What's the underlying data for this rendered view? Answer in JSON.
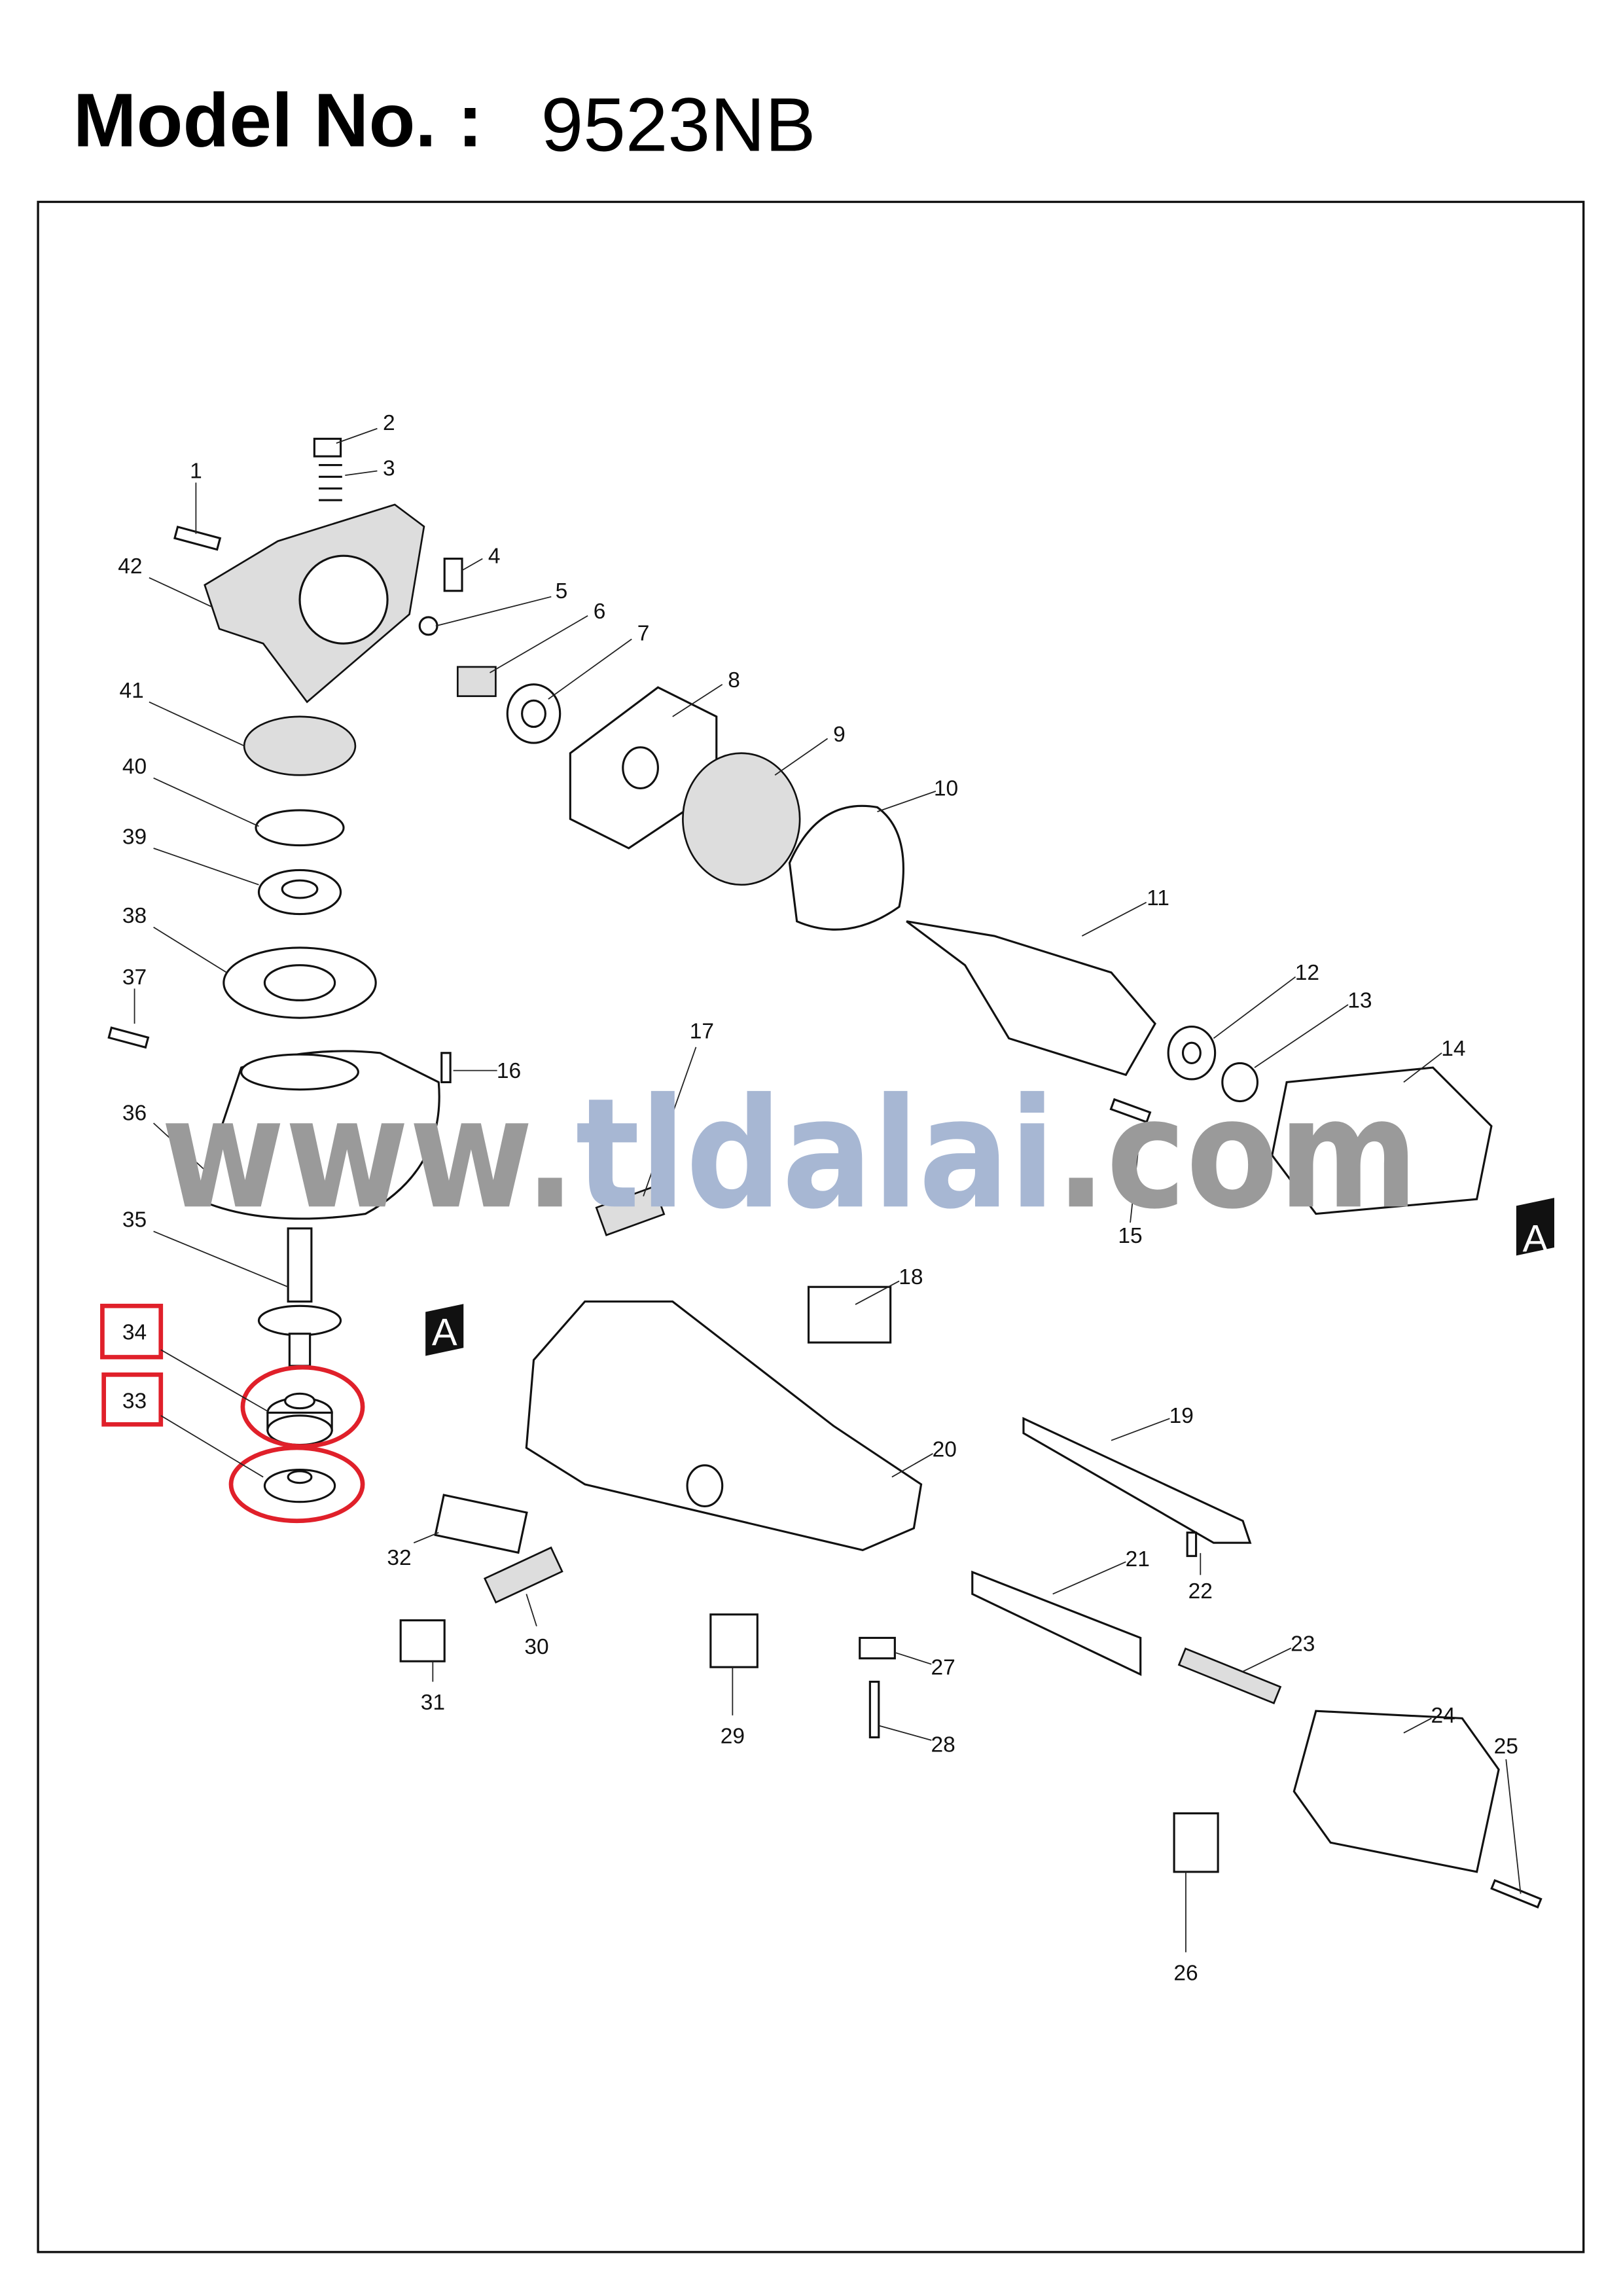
{
  "header": {
    "label": "Model No. :",
    "model": "9523NB"
  },
  "watermark": {
    "prefix": "www.",
    "brand": "tldalai",
    "suffix": ".com",
    "gray": "#9a9a9a",
    "blue": "#a7b7d3"
  },
  "section_marker": "A",
  "highlight_color": "#e0202a",
  "highlighted_parts": [
    "34",
    "33"
  ],
  "parts": [
    "1",
    "2",
    "3",
    "4",
    "5",
    "6",
    "7",
    "8",
    "9",
    "10",
    "11",
    "12",
    "13",
    "14",
    "15",
    "16",
    "17",
    "18",
    "19",
    "20",
    "21",
    "22",
    "23",
    "24",
    "25",
    "26",
    "27",
    "28",
    "29",
    "30",
    "31",
    "32",
    "33",
    "34",
    "35",
    "36",
    "37",
    "38",
    "39",
    "40",
    "41",
    "42"
  ]
}
